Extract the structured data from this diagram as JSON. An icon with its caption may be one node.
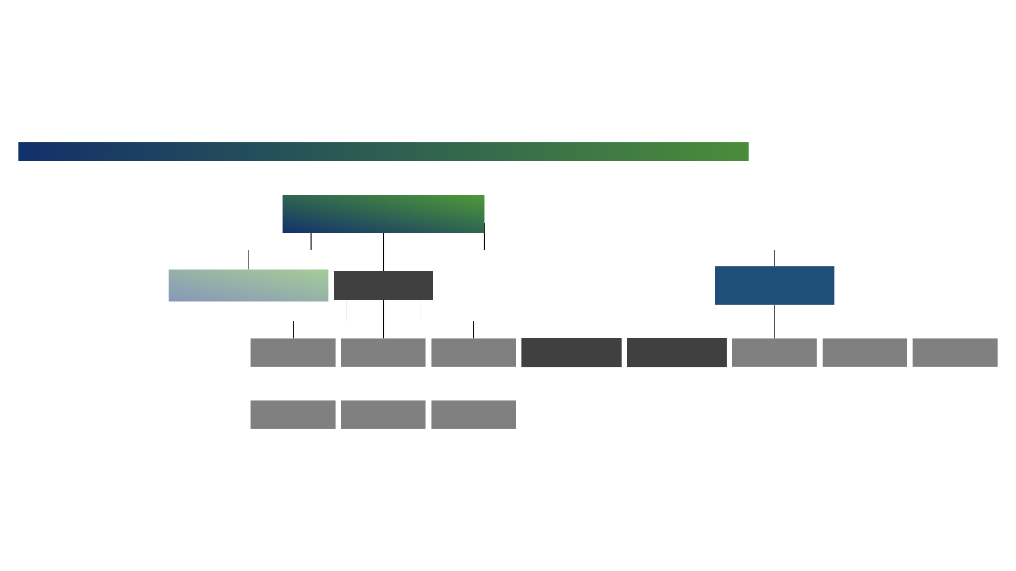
{
  "diagram": {
    "nodes": [
      {
        "text": [],
        "shape": "bar"
      },
      {
        "text": [],
        "shape": "box"
      },
      {
        "text": [],
        "shape": "box"
      },
      {
        "text": [],
        "shape": "box"
      },
      {
        "text": [],
        "shape": "box"
      },
      {
        "text": [],
        "shape": "box"
      },
      {
        "text": [],
        "shape": "box"
      },
      {
        "text": [],
        "shape": "box"
      },
      {
        "text": [],
        "shape": "box"
      },
      {
        "text": [],
        "shape": "box"
      },
      {
        "text": [],
        "shape": "box"
      },
      {
        "text": [],
        "shape": "box"
      },
      {
        "text": [],
        "shape": "box"
      },
      {
        "text": [],
        "shape": "box"
      },
      {
        "text": [],
        "shape": "box"
      },
      {
        "text": [],
        "shape": "box"
      }
    ],
    "edges": [
      {
        "from": 1,
        "to": 2,
        "arrow": "none"
      },
      {
        "from": 1,
        "to": 3,
        "arrow": "none"
      },
      {
        "from": 1,
        "to": 4,
        "arrow": "none"
      },
      {
        "from": 3,
        "to": 5,
        "arrow": "none"
      },
      {
        "from": 3,
        "to": 6,
        "arrow": "none"
      },
      {
        "from": 3,
        "to": 7,
        "arrow": "none"
      },
      {
        "from": 4,
        "to": 13,
        "arrow": "none"
      }
    ]
  }
}
